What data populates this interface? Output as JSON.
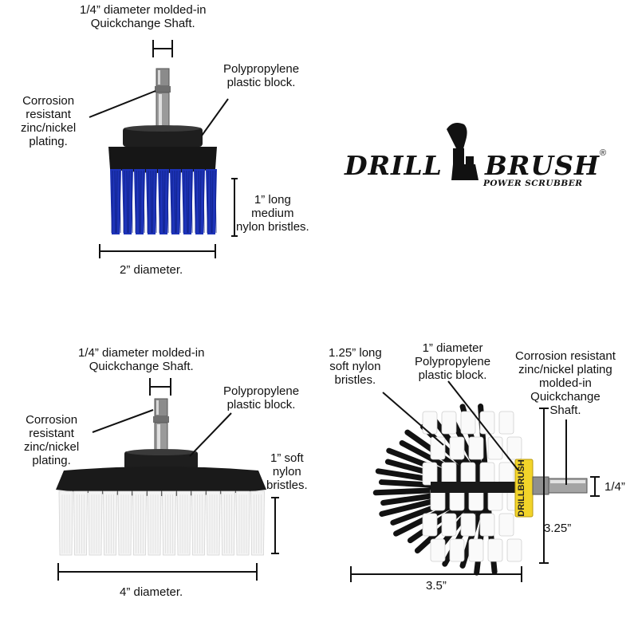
{
  "brand": {
    "name_part1": "DRILL",
    "name_part2": "BRUSH",
    "registered_mark": "®",
    "tagline": "POWER SCRUBBER"
  },
  "brush_2in": {
    "shaft_label": "1/4” diameter molded-in\nQuickchange Shaft.",
    "plating_label": "Corrosion\nresistant\nzinc/nickel\nplating.",
    "block_label": "Polypropylene\nplastic block.",
    "bristle_label": "1” long\nmedium\nnylon bristles.",
    "diameter_label": "2” diameter.",
    "bristle_color": "#1d33b8"
  },
  "brush_4in": {
    "shaft_label": "1/4” diameter molded-in\nQuickchange Shaft.",
    "plating_label": "Corrosion\nresistant\nzinc/nickel\nplating.",
    "block_label": "Polypropylene\nplastic block.",
    "bristle_label": "1” soft\nnylon\nbristles.",
    "diameter_label": "4” diameter.",
    "bristle_color": "#f4f4f4"
  },
  "round_brush": {
    "bristle_label": "1.25” long\nsoft nylon\nbristles.",
    "block_label": "1” diameter\nPolypropylene\nplastic block.",
    "plating_label": "Corrosion resistant\nzinc/nickel plating\nmolded-in\nQuickchange\nShaft.",
    "shaft_size_label": "1/4”",
    "height_label": "3.25”",
    "width_label": "3.5”",
    "core_text": "DRILLBRUSH",
    "core_color": "#f2d42a"
  }
}
